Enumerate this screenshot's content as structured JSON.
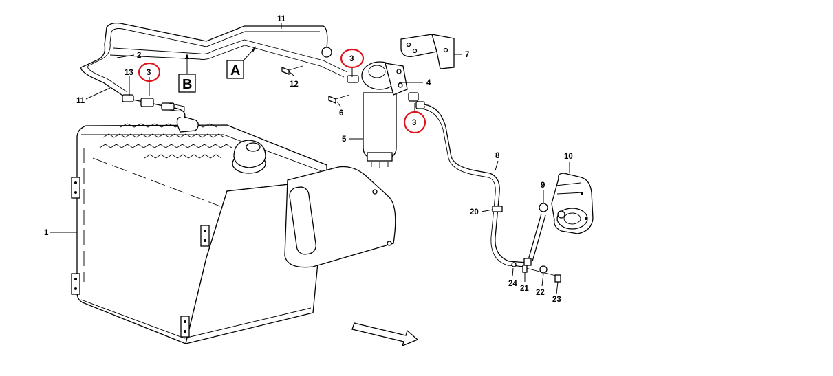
{
  "highlight_color": "#e0141c",
  "callouts": {
    "c1": "1",
    "c2": "2",
    "c3a": "3",
    "c3b": "3",
    "c3c": "3",
    "c4": "4",
    "c5": "5",
    "c6": "6",
    "c7": "7",
    "c8": "8",
    "c9": "9",
    "c10": "10",
    "c11a": "11",
    "c11b": "11",
    "c12": "12",
    "c13": "13",
    "c20": "20",
    "c21": "21",
    "c22": "22",
    "c23": "23",
    "c24": "24"
  },
  "view_labels": {
    "a": "A",
    "b": "B"
  },
  "icons": {
    "direction_arrow": "forward-direction-arrow-icon"
  }
}
